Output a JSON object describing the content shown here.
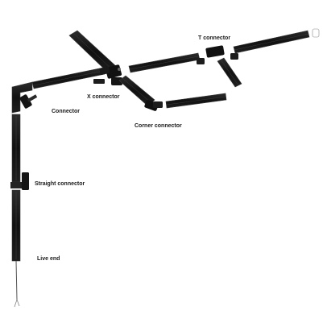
{
  "labels": {
    "t_connector": "T connector",
    "x_connector": "X connector",
    "connector": "Connector",
    "corner_connector": "Corner connector",
    "straight_connector": "Straight connector",
    "live_end": "Live end"
  },
  "colors": {
    "track": "#151515",
    "track_edge": "#3a3a3a",
    "background": "#ffffff",
    "label": "#1a1a1a",
    "cable": "#555555"
  }
}
